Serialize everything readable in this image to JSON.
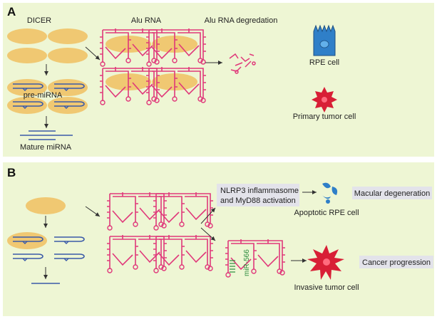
{
  "panels": {
    "a": {
      "letter": "A",
      "dicer_label": "DICER",
      "alu_label": "Alu RNA",
      "degradation_label": "Alu RNA degredation",
      "pre_mirna_label": "pre-miRNA",
      "mature_mirna_label": "Mature miRNA",
      "rpe_cell_label": "RPE cell",
      "primary_tumor_label": "Primary tumor cell"
    },
    "b": {
      "letter": "B",
      "nlrp3_line1": "NLRP3 inflammasome",
      "nlrp3_line2": "and MyD88 activation",
      "macular_label": "Macular degeneration",
      "apoptotic_label": "Apoptotic RPE cell",
      "mir_label": "miR-566",
      "cancer_label": "Cancer progression",
      "invasive_label": "Invasive tumor cell"
    }
  },
  "colors": {
    "panel_bg": "#eef6d4",
    "dicer_fill": "#f0c872",
    "alu_stroke": "#e0387a",
    "mirna_stroke": "#3a5aa8",
    "rpe_fill": "#2f7fc8",
    "tumor_fill": "#d81f36",
    "box_fill": "#e3e3ea",
    "mir_green": "#2a8a3c"
  }
}
